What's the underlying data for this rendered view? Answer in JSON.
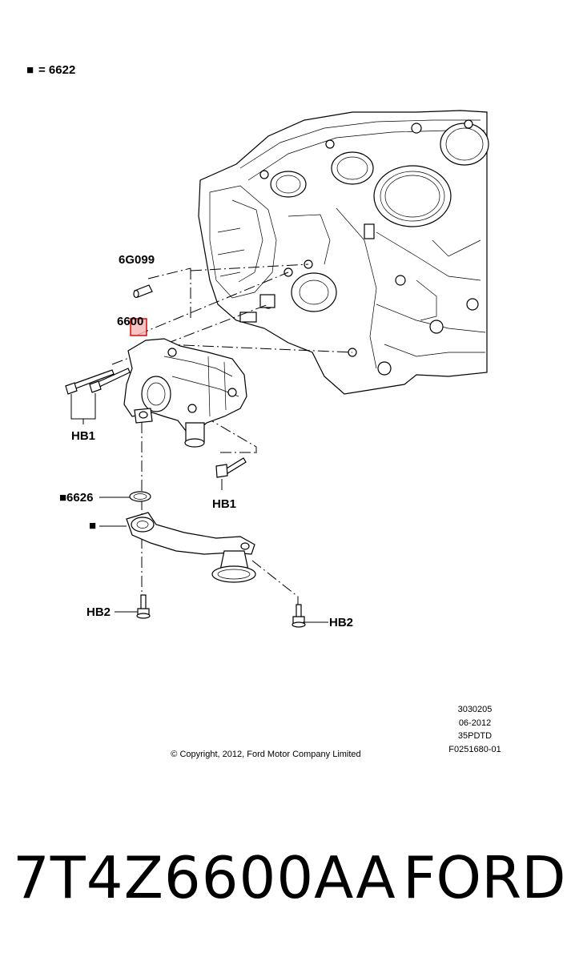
{
  "legend": {
    "symbol": "■",
    "text": "= 6622"
  },
  "labels": {
    "pin": "6G099",
    "pump": "6600",
    "bolt_group_top": "HB1",
    "bolt_single": "HB1",
    "gasket": "■6626",
    "tube_marker": "■",
    "bolt_left": "HB2",
    "bolt_right": "HB2"
  },
  "meta": {
    "line1": "3030205",
    "line2": "06-2012",
    "line3": "35PDTD",
    "line4": "F0251680-01"
  },
  "copyright": "© Copyright, 2012, Ford Motor Company Limited",
  "footer": {
    "part_number": "7T4Z6600AA",
    "brand": "FORD"
  },
  "colors": {
    "highlight_stroke": "#d00000",
    "highlight_fill": "#f6b8b8"
  }
}
